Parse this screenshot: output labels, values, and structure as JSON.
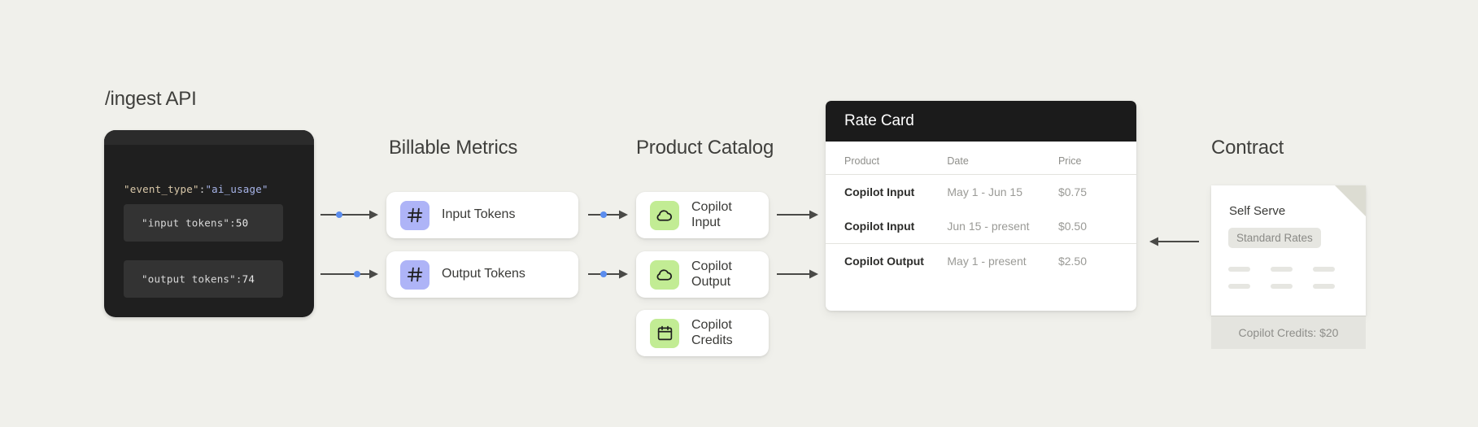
{
  "background_color": "#f0f0eb",
  "ingest": {
    "title": "/ingest API",
    "code": {
      "event_line": {
        "key": "\"event_type\"",
        "colon": ":",
        "value": "\"ai_usage\""
      },
      "boxes": [
        {
          "key": "\"input tokens\"",
          "colon": ":",
          "value": "50",
          "name": "input-tokens-line"
        },
        {
          "key": "\"output tokens\"",
          "colon": ":",
          "value": "74",
          "name": "output-tokens-line"
        }
      ]
    }
  },
  "billable_metrics": {
    "title": "Billable Metrics",
    "items": [
      {
        "label": "Input Tokens",
        "icon": "hash-icon",
        "icon_color": "#aeb4f7"
      },
      {
        "label": "Output Tokens",
        "icon": "hash-icon",
        "icon_color": "#aeb4f7"
      }
    ]
  },
  "product_catalog": {
    "title": "Product Catalog",
    "items": [
      {
        "label": "Copilot\nInput",
        "icon": "cloud-icon",
        "icon_color": "#c2ec94"
      },
      {
        "label": "Copilot\nOutput",
        "icon": "cloud-icon",
        "icon_color": "#c2ec94"
      },
      {
        "label": "Copilot\nCredits",
        "icon": "calendar-icon",
        "icon_color": "#c2ec94"
      }
    ]
  },
  "rate_card": {
    "title": "Rate Card",
    "columns": [
      "Product",
      "Date",
      "Price"
    ],
    "rows": [
      {
        "product": "Copilot Input",
        "date": "May 1 - Jun 15",
        "price": "$0.75"
      },
      {
        "product": "Copilot Input",
        "date": "Jun 15 - present",
        "price": "$0.50"
      },
      {
        "product": "Copilot Output",
        "date": "May 1 - present",
        "price": "$2.50"
      }
    ]
  },
  "contract": {
    "title": "Contract",
    "card_title": "Self Serve",
    "badge": "Standard Rates",
    "footer": "Copilot Credits: $20"
  },
  "arrows": {
    "dot_color": "#5b8dee",
    "line_color": "#4a4a47"
  }
}
